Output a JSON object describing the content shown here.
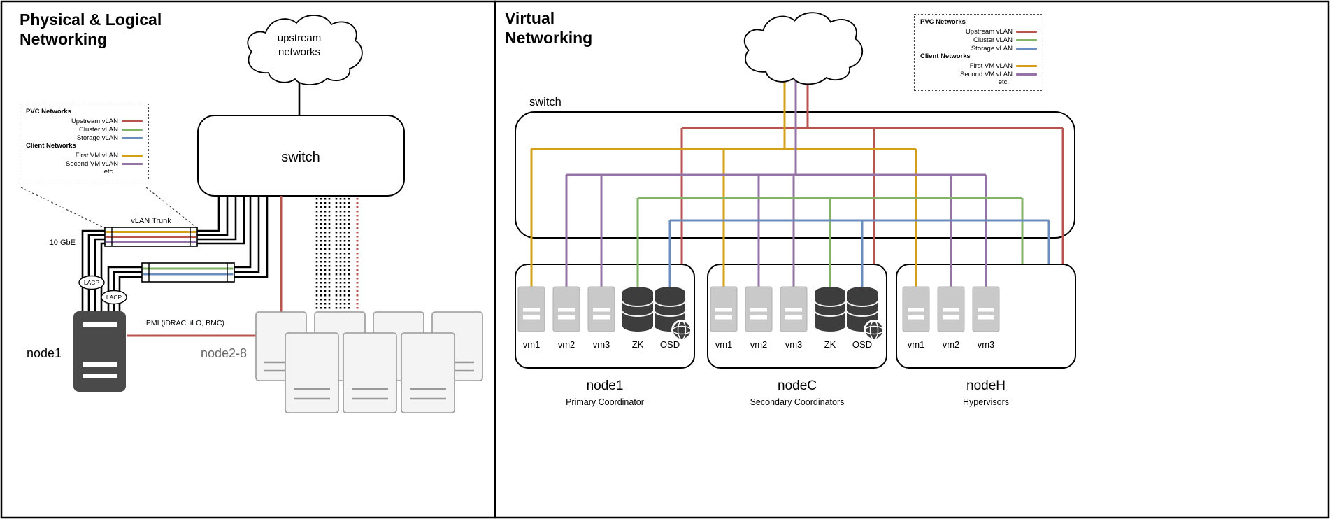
{
  "legend": {
    "sections": [
      {
        "header": "PVC Networks",
        "items": [
          {
            "label": "Upstream vLAN",
            "color": "#b85450"
          },
          {
            "label": "Cluster vLAN",
            "color": "#82b366"
          },
          {
            "label": "Storage vLAN",
            "color": "#6c8ebf"
          }
        ]
      },
      {
        "header": "Client Networks",
        "items": [
          {
            "label": "First VM vLAN",
            "color": "#d4a017"
          },
          {
            "label": "Second VM vLAN",
            "color": "#9673a6"
          }
        ]
      }
    ],
    "footer": "etc."
  },
  "physical": {
    "title": "Physical & Logical Networking",
    "cloud_line1": "upstream",
    "cloud_line2": "networks",
    "switch_label": "switch",
    "vlan_trunk_label": "vLAN Trunk",
    "speed_label": "10 GbE",
    "lacp_label": "LACP",
    "ipmi_label": "IPMI (iDRAC, iLO, BMC)",
    "node1_label": "node1",
    "other_nodes_label": "node2-8"
  },
  "virtual": {
    "title": "Virtual Networking",
    "switch_label": "switch",
    "nodes": [
      {
        "name": "node1",
        "subtitle": "Primary Coordinator",
        "items": [
          "vm1",
          "vm2",
          "vm3",
          "ZK",
          "OSD"
        ]
      },
      {
        "name": "nodeC",
        "subtitle": "Secondary Coordinators",
        "items": [
          "vm1",
          "vm2",
          "vm3",
          "ZK",
          "OSD"
        ]
      },
      {
        "name": "nodeH",
        "subtitle": "Hypervisors",
        "items": [
          "vm1",
          "vm2",
          "vm3"
        ]
      }
    ]
  }
}
